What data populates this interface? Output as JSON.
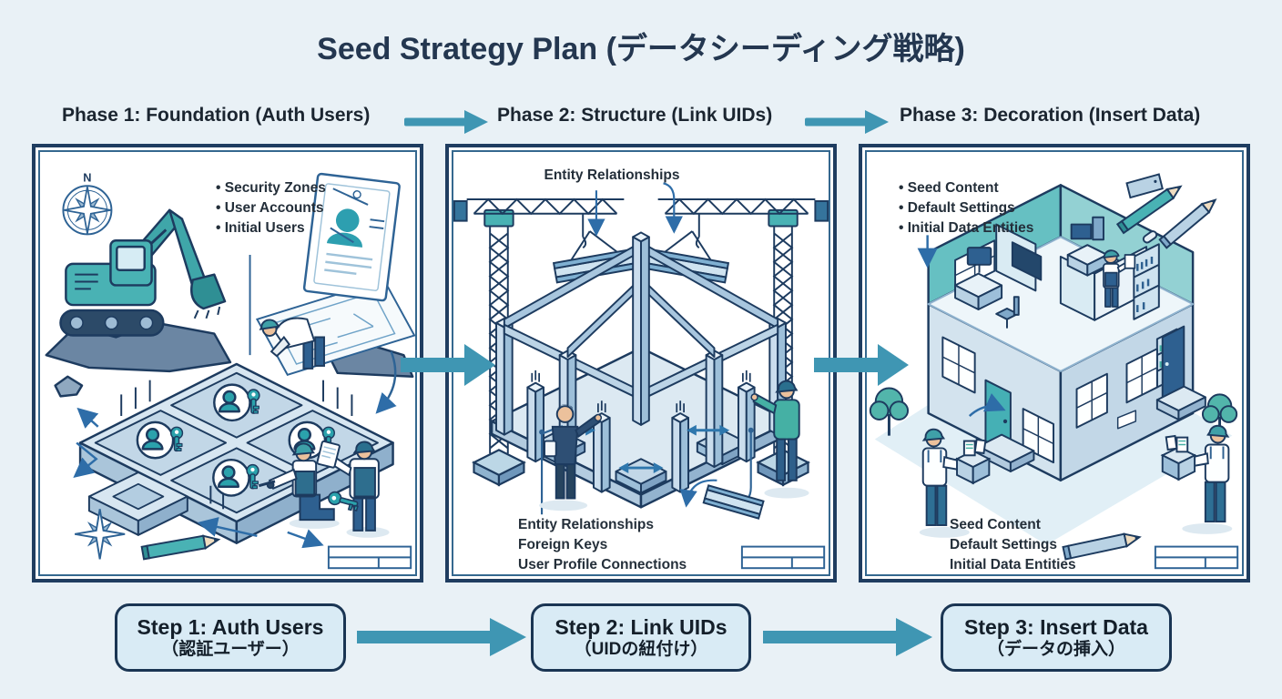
{
  "title": "Seed Strategy Plan (データシーディング戦略)",
  "phases": [
    {
      "label": "Phase 1: Foundation (Auth Users)"
    },
    {
      "label": "Phase 2: Structure (Link UIDs)"
    },
    {
      "label": "Phase 3: Decoration (Insert Data)"
    }
  ],
  "panels": {
    "phase1": {
      "compass_label": "N",
      "callout_items": [
        "• Security Zones",
        "• User Accounts",
        "• Initial Users"
      ]
    },
    "phase2": {
      "top_callout": "Entity Relationships",
      "bottom_callout_items": [
        "Entity Relationships",
        "Foreign Keys",
        "User Profile Connections"
      ]
    },
    "phase3": {
      "top_callout_items": [
        "• Seed Content",
        "• Default Settings",
        "• Initial Data Entities"
      ],
      "bottom_callout_items": [
        "Seed Content",
        "Default Settings",
        "Initial Data Entities"
      ]
    }
  },
  "steps": [
    {
      "line1": "Step 1: Auth Users",
      "line2": "（認証ユーザー）"
    },
    {
      "line1": "Step 2: Link UIDs",
      "line2": "（UIDの紐付け）"
    },
    {
      "line1": "Step 3: Insert Data",
      "line2": "（データの挿入）"
    }
  ],
  "colors": {
    "background": "#e9f1f6",
    "panel_background": "#ffffff",
    "outline_navy": "#1d3b5f",
    "accent_teal": "#3f96b3",
    "machine_teal": "#49b2b4",
    "steel_blue": "#a9c8e0",
    "step_box_fill": "#d9ebf5"
  }
}
